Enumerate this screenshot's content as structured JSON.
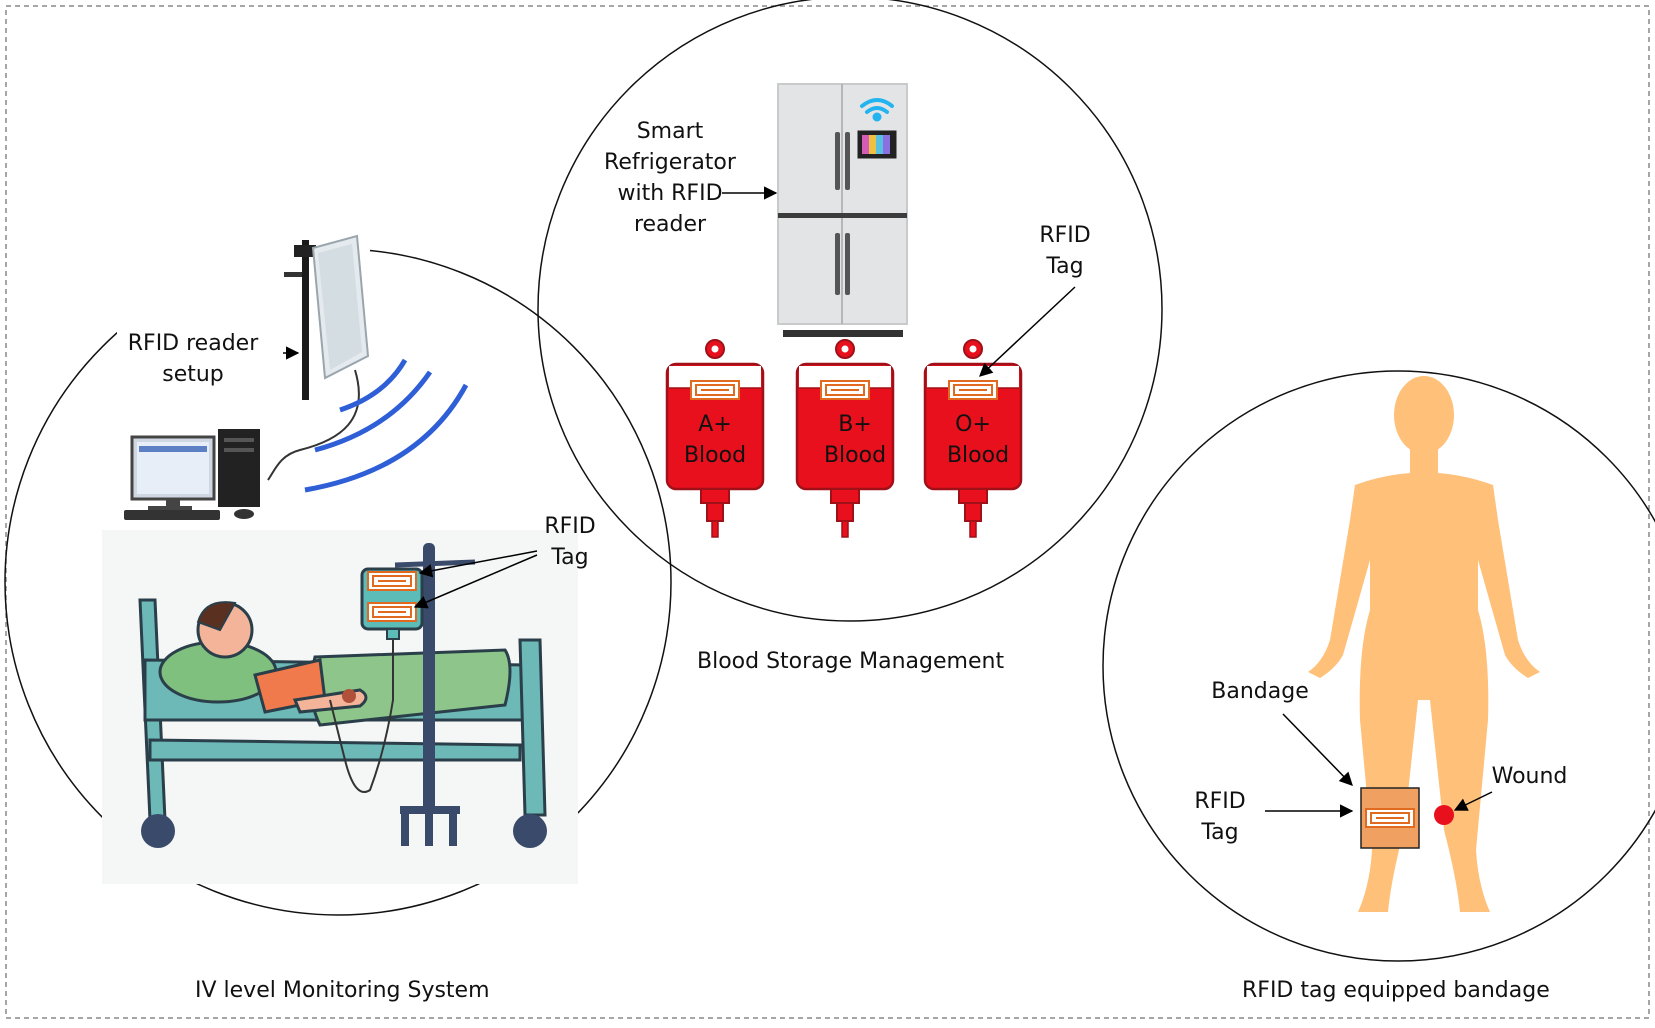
{
  "labels": {
    "fridge_line1": "Smart",
    "fridge_line2": "Refrigerator",
    "fridge_line3": "with RFID",
    "fridge_line4": "reader",
    "reader_line1": "RFID reader",
    "reader_line2": "setup",
    "iv_tag_line1": "RFID",
    "iv_tag_line2": "Tag",
    "blood_tag_line1": "RFID",
    "blood_tag_line2": "Tag",
    "bandage": "Bandage",
    "wound": "Wound",
    "bandage_tag_line1": "RFID",
    "bandage_tag_line2": "Tag"
  },
  "captions": {
    "iv": "IV level Monitoring System",
    "blood": "Blood Storage Management",
    "bandage": "RFID tag equipped bandage"
  },
  "blood_bags": [
    {
      "type": "A+",
      "word": "Blood"
    },
    {
      "type": "B+",
      "word": "Blood"
    },
    {
      "type": "O+",
      "word": "Blood"
    }
  ],
  "colors": {
    "blood_red": "#e8101c",
    "bag_outline": "#a01018",
    "skin": "#ffc07a",
    "wound": "#e8101c",
    "bandage": "#f0a060",
    "rfid_tag_orange": "#e06a20",
    "iv_bag_teal": "#5bbcb8",
    "bed_teal": "#6cb9b8",
    "blanket_green": "#8dc58a",
    "pillow_green": "#7fc07f",
    "wave_blue": "#2e5fd6",
    "pole_navy": "#3a4a6a"
  },
  "icons": [
    "wifi-icon",
    "rfid-tag-icon",
    "computer-icon",
    "rfid-reader-panel-icon",
    "human-body-icon",
    "refrigerator-icon",
    "iv-bag-icon",
    "hospital-bed-icon"
  ]
}
